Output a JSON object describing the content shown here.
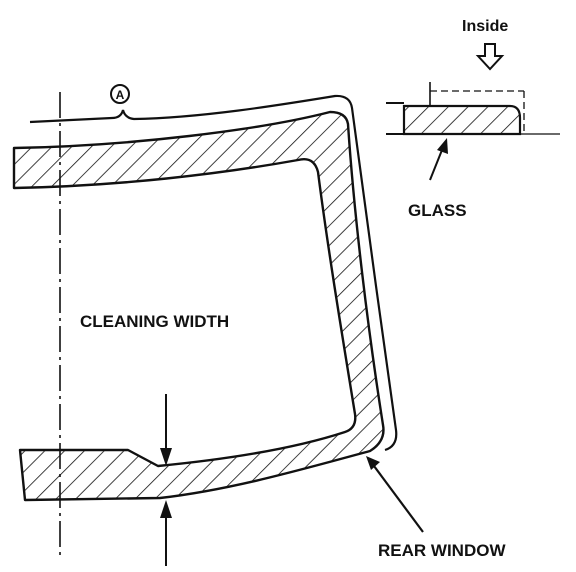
{
  "labels": {
    "inside": "Inside",
    "glass": "GLASS",
    "cleaning_width": "CLEANING WIDTH",
    "rear_window": "REAR WINDOW",
    "callout_a": "A"
  },
  "colors": {
    "ink": "#111111",
    "background": "#ffffff"
  },
  "icons": {
    "inside_arrow": "hollow-down-arrow-icon",
    "callout": "circled-letter-icon"
  }
}
